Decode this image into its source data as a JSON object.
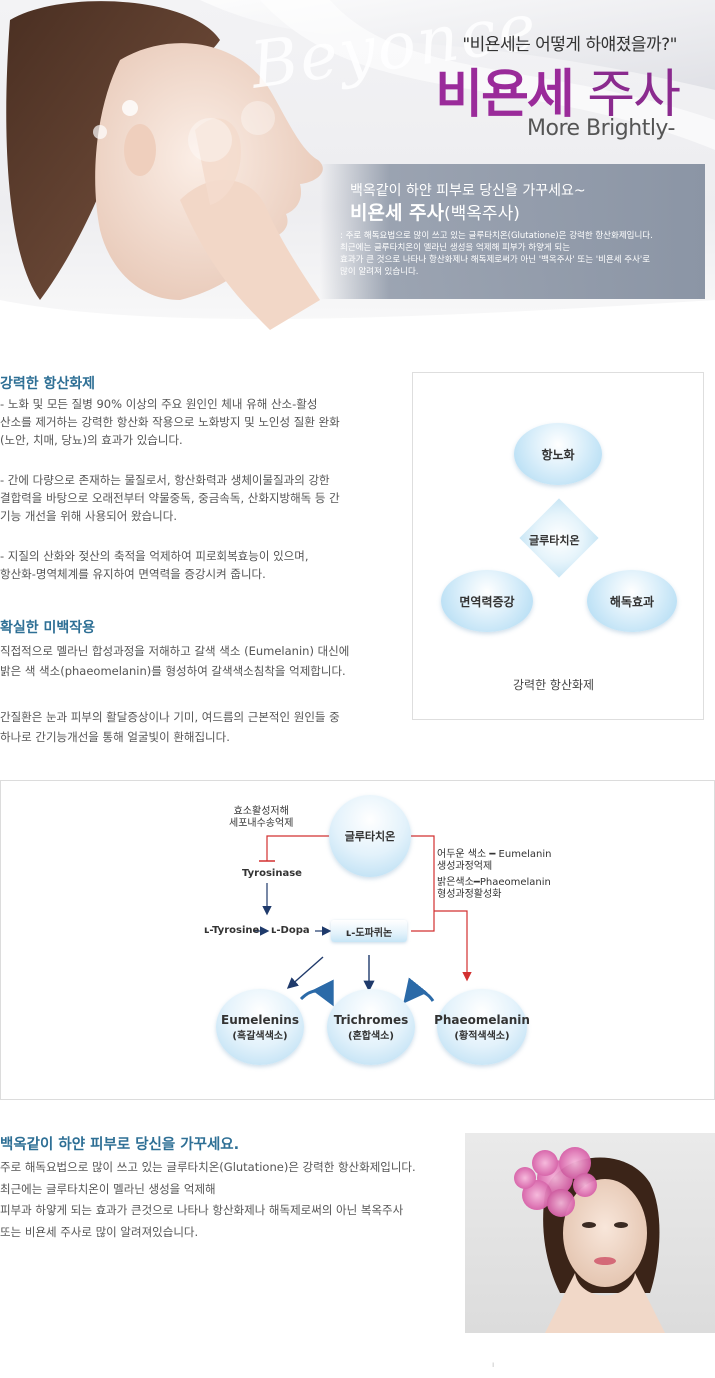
{
  "hero": {
    "script_text": "Beyonce",
    "question": "\"비욘세는 어떻게 하얘졌을까?\"",
    "title_bold": "비욘세",
    "title_light": " 주사",
    "subtitle_en": "More Brightly-",
    "band_sub": "백옥같이 하얀 피부로 당신을 가꾸세요~",
    "band_name": "비욘세 주사",
    "band_name_paren": "(백옥주사)",
    "band_desc": ": 주로 해독요법으로 많이 쓰고 있는 글루타치온(Glutatione)은 강력한 항산화제입니다.\n최근에는 글루타치온이 멜라닌 생성을 억제해 피부가 하얗게 되는\n효과가 큰 것으로 나타나 항산화제나 해독제로써가 아닌 '백옥주사' 또는 '비욘세 주사'로\n많이 알려져 있습니다."
  },
  "section_antioxidant": {
    "heading": "강력한 항산화제",
    "para1": "- 노화 및 모든 질병 90% 이상의 주요 원인인 체내 유해 산소-활성\n산소를 제거하는 강력한 항산화 작용으로 노화방지 및 노인성 질환 완화\n(노안, 치매, 당뇨)의 효과가 있습니다.",
    "para2": "- 간에 다량으로 존재하는 물질로서, 항산화력과 생체이물질과의 강한\n결합력을 바탕으로 오래전부터 약물중독, 중금속독, 산화지방해독 등 간\n기능 개선을 위해 사용되어 왔습니다.",
    "para3": "- 지질의 산화와 젖산의 축적을 억제하여 피로회복효능이 있으며,\n항산화-명역체계를 유지하여 면역력을 증강시켜 줍니다."
  },
  "section_whitening": {
    "heading": "확실한 미백작용",
    "para1": "직접적으로 멜라닌 합성과정을 저해하고 갈색 색소 (Eumelanin) 대신에\n밝은 색 색소(phaeomelanin)를 형성하여 갈색색소침착을 억제합니다.",
    "para2": "간질환은 눈과 피부의 활달증상이나 기미, 여드름의 근본적인 원인들 중\n하나로 간기능개선을 통해 얼굴빛이 환해집니다."
  },
  "diagram": {
    "top": "항노화",
    "center": "글루타치온",
    "left": "면역력증강",
    "right": "해독효과",
    "caption": "강력한 항산화제"
  },
  "flow": {
    "inhibit_note": "효소활성저해\n세포내수송억제",
    "glutathione": "글루타치온",
    "dark_note": "어두운 색소 ━ Eumelanin\n생성과정억제",
    "light_note": "밝은색소━Phaeomelanin\n형성과정활성화",
    "tyrosinase": "Tyrosinase",
    "l_tyrosine": "ʟ-Tyrosine",
    "l_dopa": "ʟ-Dopa",
    "l_dopaquinone": "ʟ-도파퀴논",
    "eumelanins_en": "Eumelenins",
    "eumelanins_ko": "(흑갈색색소)",
    "trichromes_en": "Trichromes",
    "trichromes_ko": "(혼합색소)",
    "phaeomelanin_en": "Phaeomelanin",
    "phaeomelanin_ko": "(황적색색소)"
  },
  "section_bottom": {
    "heading": "백옥같이 하얀 피부로 당신을 가꾸세요.",
    "para": "주로 해독요법으로 많이 쓰고 있는 글루타치온(Glutatione)은 강력한 항산화제입니다.\n최근에는 글루타치온이 멜라닌 생성을 억제해\n피부과 하얗게 되는 효과가 큰것으로 나타나 항산화제나 해독제로써의 아닌 복옥주사\n또는 비욘세 주사로 많이 알려져있습니다.",
    "mark": "ı"
  },
  "colors": {
    "heading_blue": "#2e6f95",
    "title_purple": "#9a2b9a",
    "arrow_red": "#d23030",
    "arrow_navy": "#1f3a6b"
  }
}
